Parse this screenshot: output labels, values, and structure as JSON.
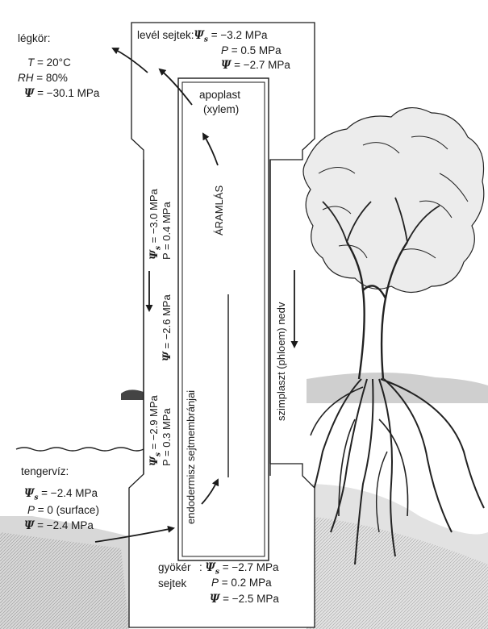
{
  "atmosphere": {
    "title": "légkör:",
    "t_label": "T",
    "t_value": "= 20°C",
    "rh_label": "RH",
    "rh_value": "= 80%",
    "psi_symbol": "Ψ",
    "psi_value": "= −30.1 MPa"
  },
  "leaf": {
    "title": "levél sejtek:",
    "psis_symbol": "Ψs",
    "psis_value": "= −3.2 MPa",
    "p_symbol": "P",
    "p_value": "= 0.5 MPa",
    "psi_symbol": "Ψ",
    "psi_value": "= −2.7 MPa"
  },
  "column": {
    "apoplast_line1": "apoplast",
    "apoplast_line2": "(xylem)",
    "flow_label": "ÁRAMLÁS",
    "endodermis_label": "endodermisz sejtmembránjai",
    "phloem_label": "szimplaszt (phloem) nedv"
  },
  "left_upper": {
    "psis_symbol": "Ψs",
    "psis_value": "= −3.0 MPa",
    "p_symbol": "P",
    "p_value": "= 0.4 MPa",
    "psi_symbol": "Ψ",
    "psi_value": "= −2.6 MPa"
  },
  "left_lower": {
    "psis_symbol": "Ψs",
    "psis_value": "= −2.9 MPa",
    "p_symbol": "P",
    "p_value": "= 0.3 MPa"
  },
  "seawater": {
    "title": "tengervíz:",
    "psis_symbol": "Ψs",
    "psis_value": "= −2.4 MPa",
    "p_symbol": "P",
    "p_value": "= 0 (surface)",
    "psi_symbol": "Ψ",
    "psi_value": "= −2.4 MPa"
  },
  "root": {
    "title_line1": "gyökér",
    "title_line2": "sejtek",
    "psis_symbol": "Ψs",
    "psis_value": "= −2.7 MPa",
    "p_symbol": "P",
    "p_value": "= 0.2 MPa",
    "psi_symbol": "Ψ",
    "psi_value": "= −2.5 MPa"
  }
}
